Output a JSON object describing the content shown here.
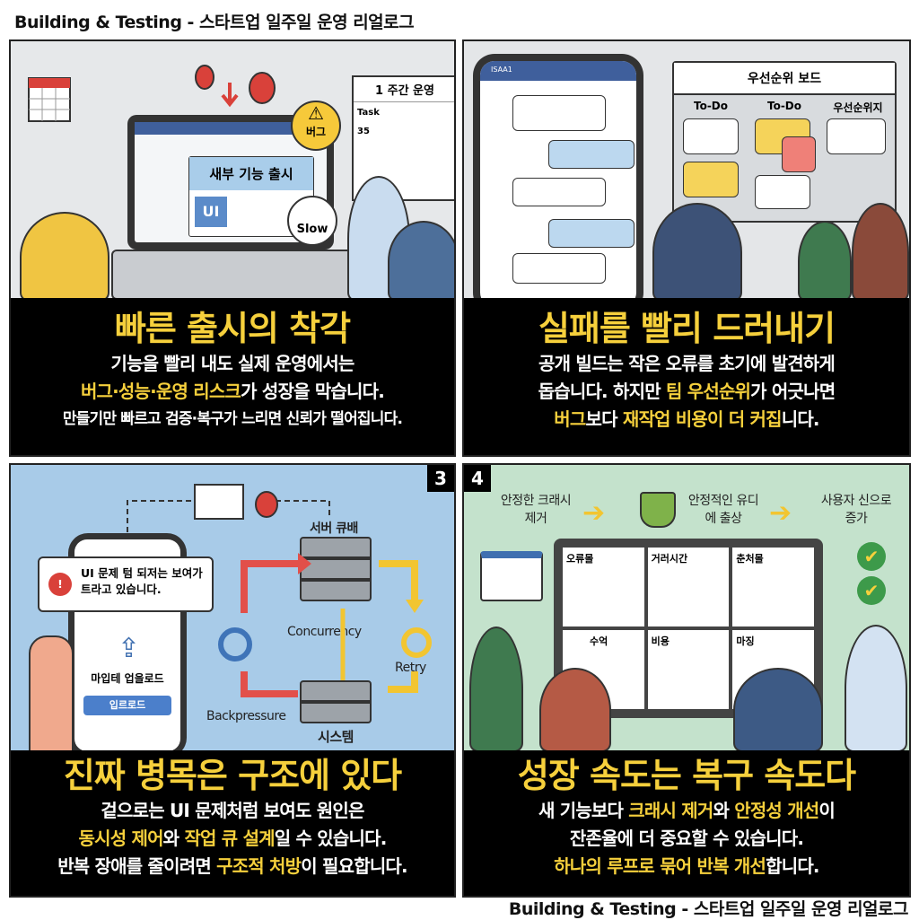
{
  "header": {
    "title": "Building & Testing - 스타트업 일주일 운영 리얼로그"
  },
  "footer": {
    "title": "Building & Testing - 스타트업 일주일 운영 리얼로그"
  },
  "colors": {
    "accent": "#f6d03c",
    "caption_bg": "#000000",
    "panel1_bg": "#e6e8ea",
    "panel2_bg": "#e4e6e8",
    "panel3_bg": "#a8cbe8",
    "panel4_bg": "#c4e2cc"
  },
  "panels": [
    {
      "art": {
        "laptop_heading": "새부 기능 출시",
        "ui_label": "UI",
        "bug_badge": "버그",
        "slow_badge": "Slow",
        "board_title": "1 주간 운영",
        "board_row1": "Task",
        "board_row2": "35"
      },
      "title": "빠른 출시의 착각",
      "lines": [
        [
          "기능을 빨리 내도 실제 운영에서는",
          ""
        ],
        [
          "버그·성능·운영 리스크",
          "가 성장을 막습니다."
        ],
        [
          "만들기만 빠르고 검증·복구가 느리면 신뢰가 떨어집니다.",
          ""
        ]
      ]
    },
    {
      "art": {
        "phone_status": "ISAA1",
        "board_title": "우선순위 보드",
        "col1": "To-Do",
        "col2": "To-Do",
        "col3": "우선순위지"
      },
      "title": "실패를 빨리 드러내기",
      "lines": [
        [
          "공개 빌드는 작은 오류를 초기에 발견하게"
        ],
        [
          "돕습니다. 하지만 ",
          "팀 우선순위",
          "가 어긋나면"
        ],
        [
          "버그",
          "보다 ",
          "재작업 비용이 더 커집",
          "니다."
        ]
      ]
    },
    {
      "number": "3",
      "art": {
        "alert_text": "UI 문제 텀 되저는 보여가 트라고 있습니다.",
        "upload_label": "마입테 업을로드",
        "upload_button": "입르로드",
        "server_top": "서버 큐배",
        "server_bottom": "시스템",
        "concurrency": "Concurrency",
        "retry": "Retry",
        "backpressure": "Backpressure"
      },
      "title": "진짜 병목은 구조에 있다",
      "lines": [
        [
          "겉으로는 UI 문제처럼 보여도 원인은"
        ],
        [
          "동시성 제어",
          "와 ",
          "작업 큐 설계",
          "일 수 있습니다."
        ],
        [
          "반복 장애를 줄이려면 ",
          "구조적 처방",
          "이 필요합니다."
        ]
      ]
    },
    {
      "number": "4",
      "art": {
        "step1": "안정한 크래시 제거",
        "step2": "안정적인 유디에 출상",
        "step3": "사용자 신으로 증가",
        "charts": [
          "오류몰",
          "거러시간",
          "춘처몰",
          "수억",
          "비용",
          "마징"
        ]
      },
      "title": "성장 속도는 복구 속도다",
      "lines": [
        [
          "새 기능보다 ",
          "크래시 제거",
          "와 ",
          "안정성 개선",
          "이"
        ],
        [
          "잔존율에 더 중요할 수 있습니다."
        ],
        [
          "하나의 루프로 묶어 반복 개선",
          "합니다."
        ]
      ]
    }
  ]
}
